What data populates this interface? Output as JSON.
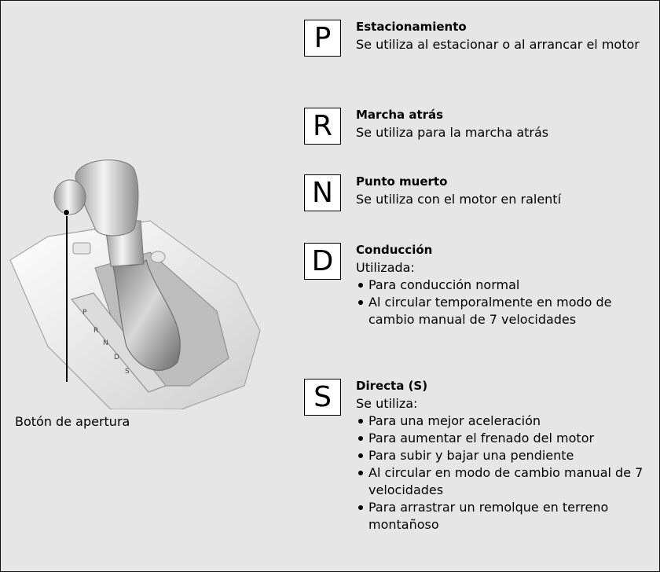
{
  "illustration": {
    "callout_label": "Botón de apertura",
    "gate_letters": [
      "P",
      "R",
      "N",
      "D",
      "S"
    ]
  },
  "gears": [
    {
      "letter": "P",
      "title": "Estacionamiento",
      "intro": "Se utiliza al estacionar o al arrancar el motor",
      "bullets": []
    },
    {
      "letter": "R",
      "title": "Marcha atrás",
      "intro": "Se utiliza para la marcha atrás",
      "bullets": []
    },
    {
      "letter": "N",
      "title": "Punto muerto",
      "intro": "Se utiliza con el motor en ralentí",
      "bullets": []
    },
    {
      "letter": "D",
      "title": "Conducción",
      "intro": "Utilizada:",
      "bullets": [
        "Para conducción normal",
        "Al circular temporalmente en modo de cambio manual de 7 velocidades"
      ]
    },
    {
      "letter": "S",
      "title": "Directa (S)",
      "intro": "Se utiliza:",
      "bullets": [
        "Para una mejor aceleración",
        "Para aumentar el frenado del motor",
        "Para subir y bajar una pendiente",
        "Al circular en modo de cambio manual de 7 velocidades",
        "Para arrastrar un remolque en terreno montañoso"
      ]
    }
  ]
}
